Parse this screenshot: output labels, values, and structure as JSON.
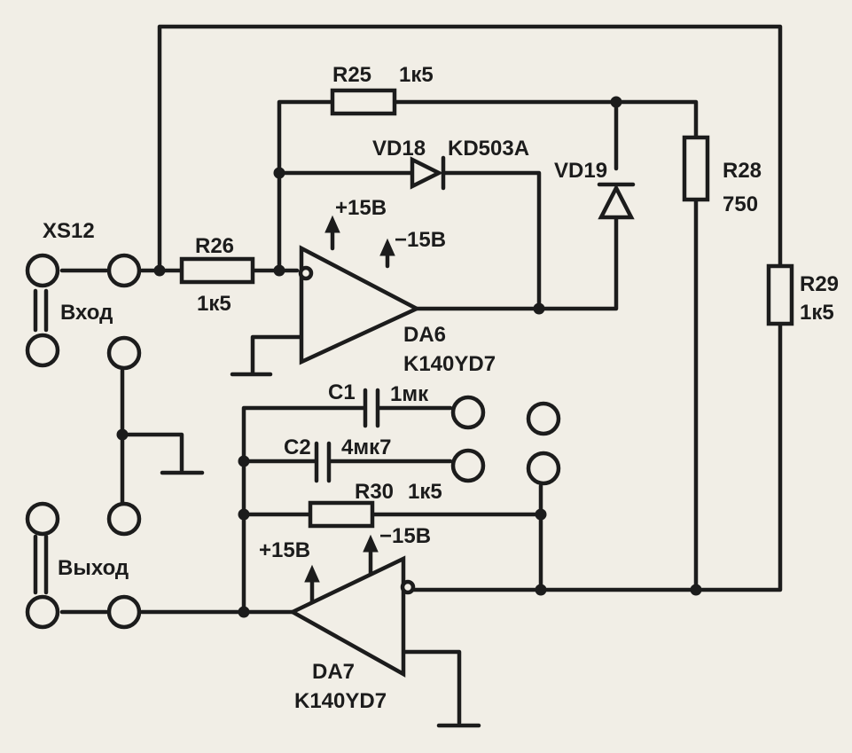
{
  "connector": {
    "ref": "XS12",
    "input": "Вход",
    "output": "Выход"
  },
  "resistors": {
    "r25": {
      "ref": "R25",
      "value": "1к5"
    },
    "r26": {
      "ref": "R26",
      "value": "1к5"
    },
    "r28": {
      "ref": "R28",
      "value": "750"
    },
    "r29": {
      "ref": "R29",
      "value": "1к5"
    },
    "r30": {
      "ref": "R30",
      "value": "1к5"
    }
  },
  "diodes": {
    "vd18": {
      "ref": "VD18",
      "type": "KD503A"
    },
    "vd19": {
      "ref": "VD19"
    }
  },
  "capacitors": {
    "c1": {
      "ref": "C1",
      "value": "1мк"
    },
    "c2": {
      "ref": "C2",
      "value": "4мк7"
    }
  },
  "opamps": {
    "da6": {
      "ref": "DA6",
      "type": "K140YD7",
      "vplus": "+15B",
      "vminus": "−15B"
    },
    "da7": {
      "ref": "DA7",
      "type": "K140YD7",
      "vplus": "+15B",
      "vminus": "−15B"
    }
  }
}
